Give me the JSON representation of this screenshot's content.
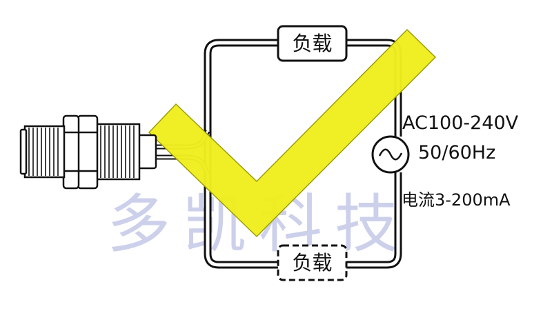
{
  "labels": {
    "load_top": "负载",
    "load_bottom": "负载",
    "voltage": "AC100-240V",
    "frequency": "50/60Hz",
    "current": "电流3-200mA",
    "watermark": "多凯科技"
  },
  "icons": {
    "ac_source": "ac-source-icon",
    "checkmark": "checkmark-icon",
    "sensor": "proximity-sensor-icon"
  },
  "colors": {
    "checkmark_fill": "#f0ee1e",
    "checkmark_stroke": "#9a9a00",
    "wire": "#111111",
    "watermark": "#c8cbe9"
  },
  "bottom_load_dashed": true
}
